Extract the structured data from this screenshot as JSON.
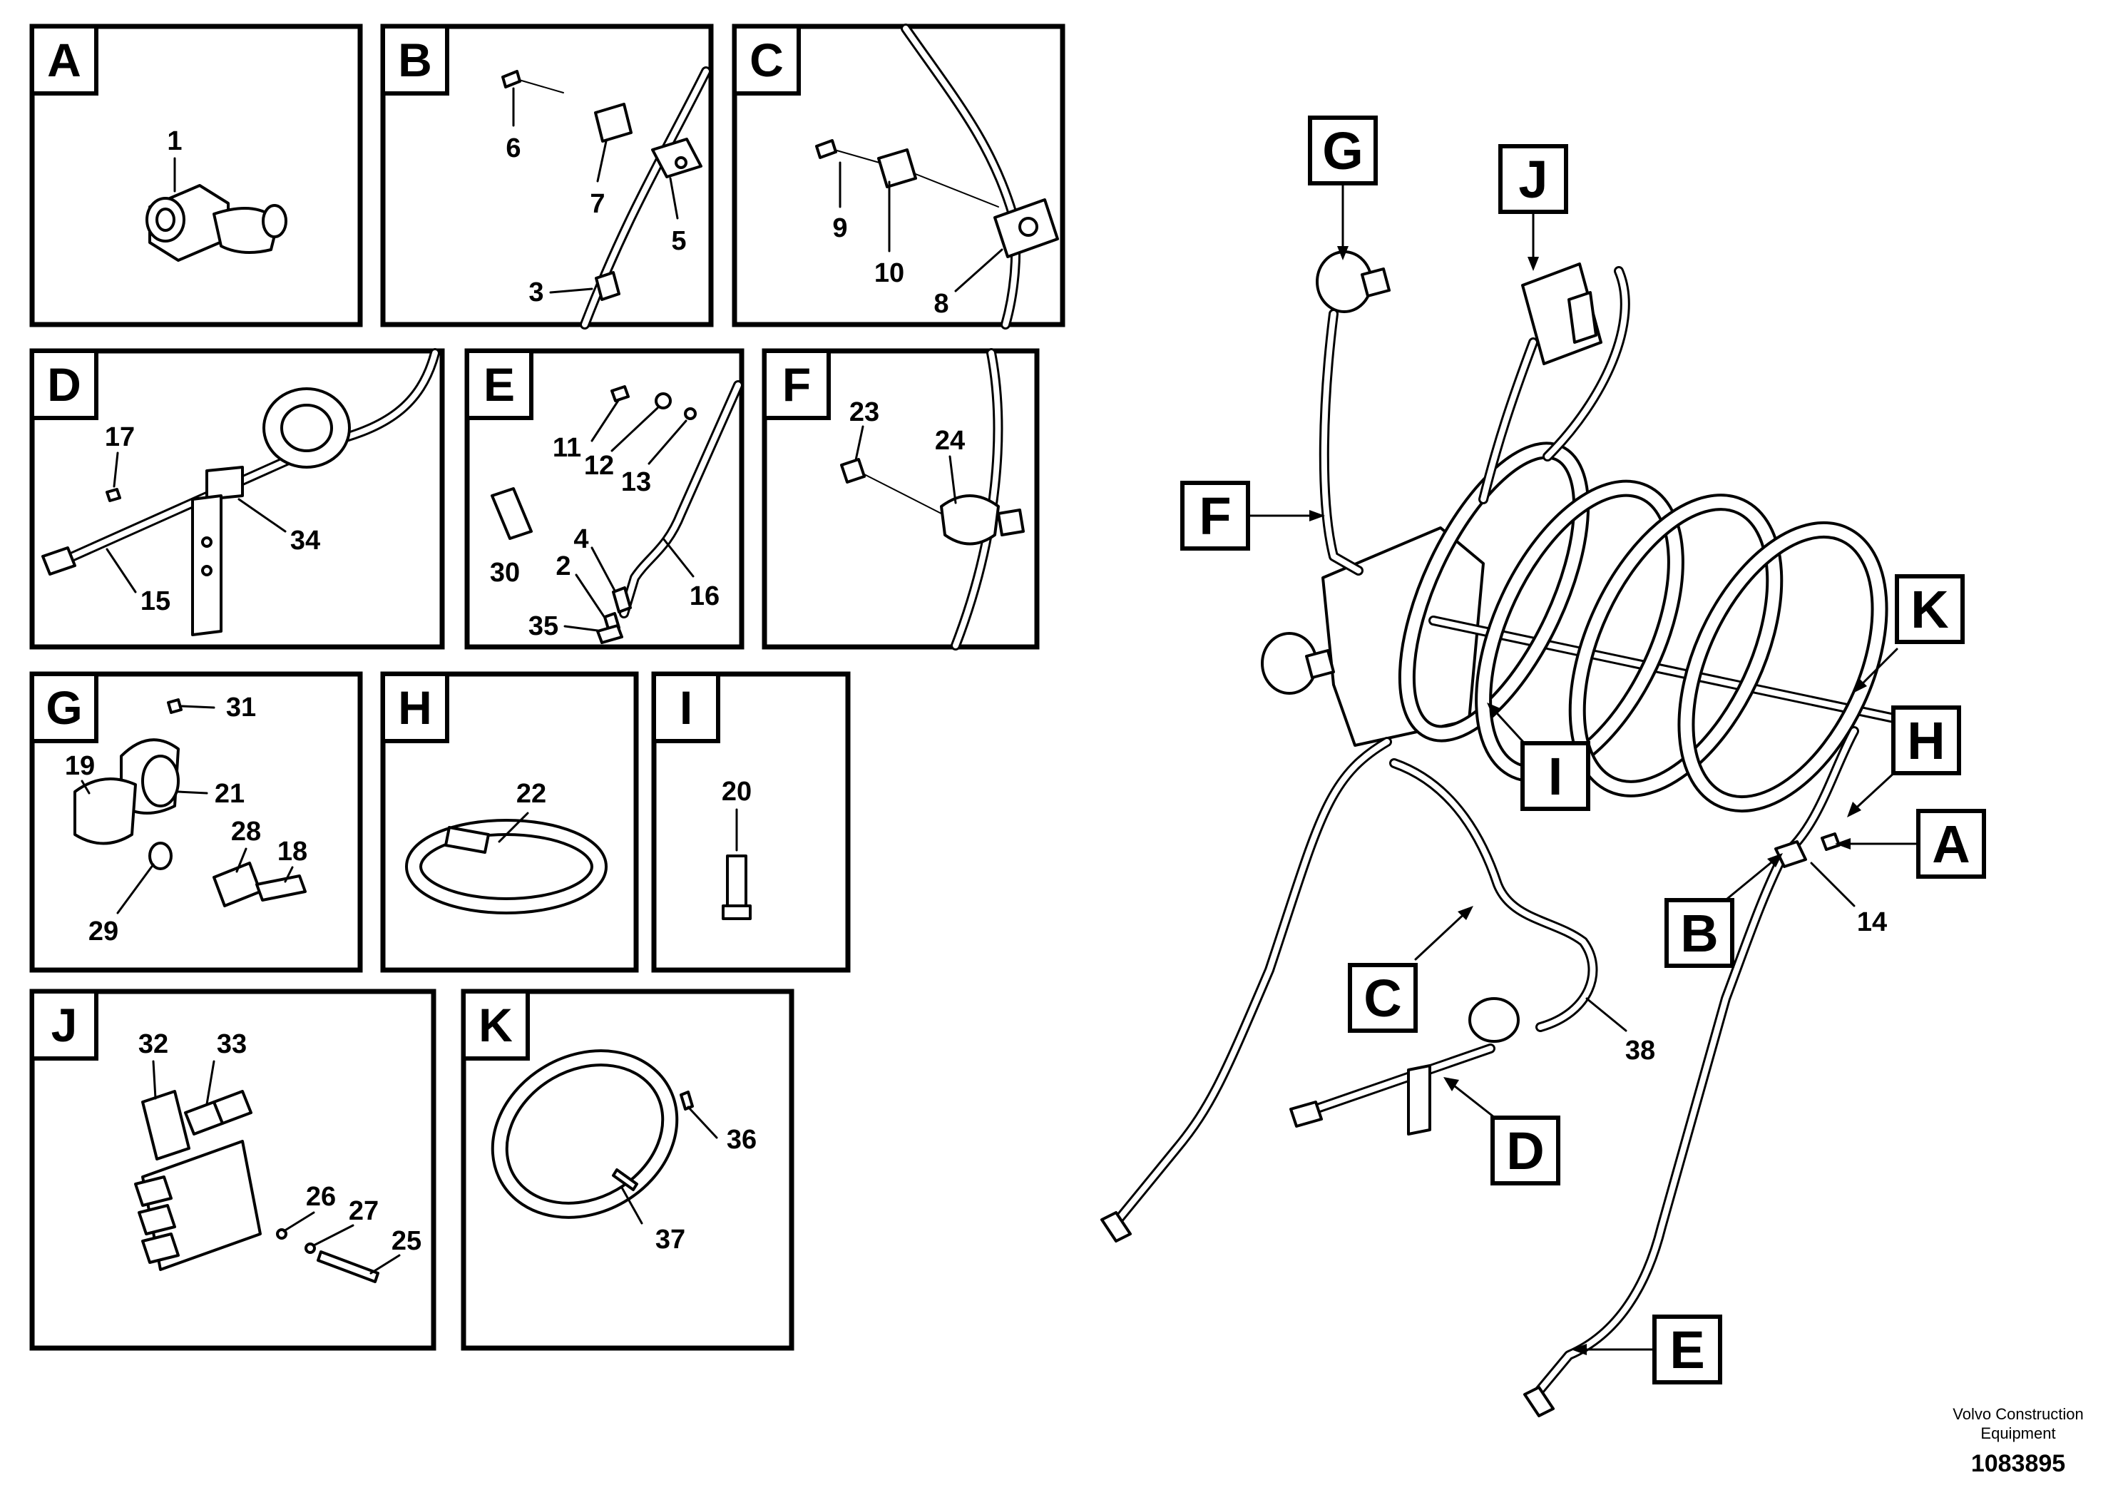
{
  "panels": [
    {
      "letter": "A",
      "parts": [
        "1"
      ]
    },
    {
      "letter": "B",
      "parts": [
        "6",
        "7",
        "5",
        "3"
      ]
    },
    {
      "letter": "C",
      "parts": [
        "9",
        "10",
        "8"
      ]
    },
    {
      "letter": "D",
      "parts": [
        "17",
        "34",
        "15"
      ]
    },
    {
      "letter": "E",
      "parts": [
        "11",
        "12",
        "13",
        "30",
        "4",
        "2",
        "16",
        "35"
      ]
    },
    {
      "letter": "F",
      "parts": [
        "23",
        "24"
      ]
    },
    {
      "letter": "G",
      "parts": [
        "31",
        "19",
        "21",
        "28",
        "18",
        "29"
      ]
    },
    {
      "letter": "H",
      "parts": [
        "22"
      ]
    },
    {
      "letter": "I",
      "parts": [
        "20"
      ]
    },
    {
      "letter": "J",
      "parts": [
        "32",
        "33",
        "26",
        "27",
        "25"
      ]
    },
    {
      "letter": "K",
      "parts": [
        "36",
        "37"
      ]
    }
  ],
  "main_callouts": [
    "G",
    "J",
    "F",
    "K",
    "I",
    "H",
    "A",
    "B",
    "C",
    "D",
    "E"
  ],
  "main_parts": [
    "14",
    "38"
  ],
  "footer": {
    "brand_line1": "Volvo Construction",
    "brand_line2": "Equipment",
    "drawing_number": "1083895"
  }
}
